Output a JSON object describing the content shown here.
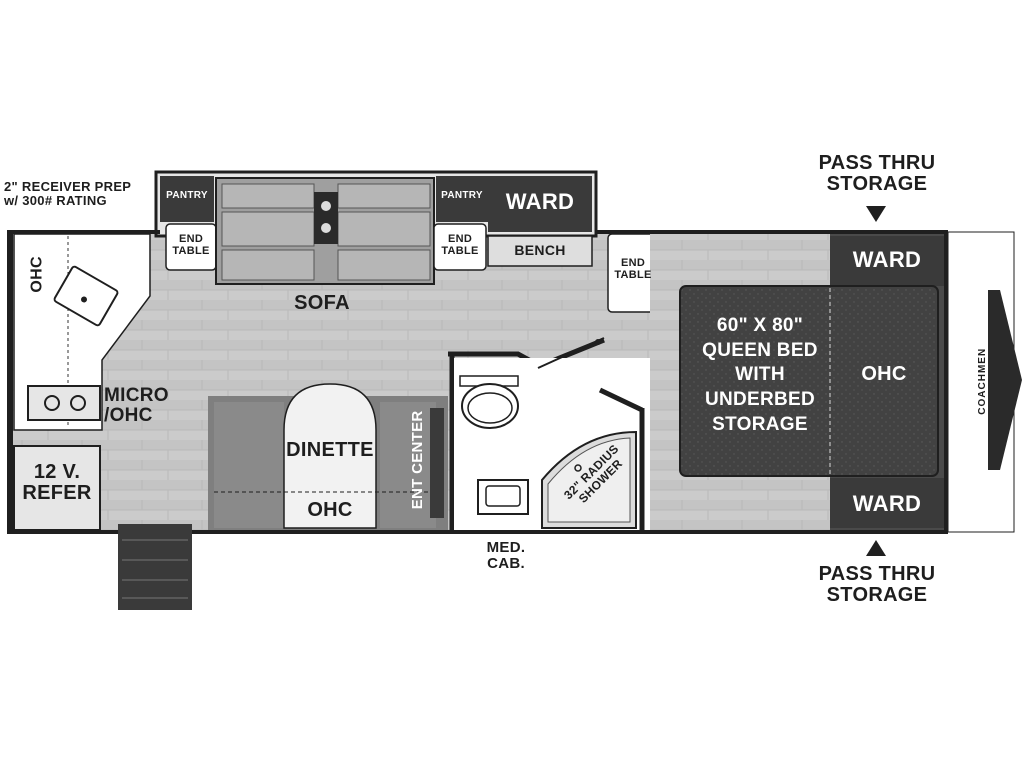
{
  "colors": {
    "floor": "#c9c9c9",
    "wall": "#1f1f1f",
    "ward": "#3a3a3a",
    "bed": "#3e3e3e",
    "cushion": "#a9a9a9",
    "white": "#ffffff"
  },
  "labels": {
    "receiver": [
      "2\" RECEIVER PREP",
      "w/ 300# RATING"
    ],
    "pantry_left": "PANTRY",
    "pantry_right": "PANTRY",
    "ward_top": "WARD",
    "end_table_1": [
      "END",
      "TABLE"
    ],
    "end_table_2": [
      "END",
      "TABLE"
    ],
    "end_table_3": [
      "END",
      "TABLE"
    ],
    "bench": "BENCH",
    "sofa": "SOFA",
    "ohc_left": "OHC",
    "micro": [
      "MICRO",
      "/OHC"
    ],
    "refer": [
      "12 V.",
      "REFER"
    ],
    "dinette": "DINETTE",
    "dinette_ohc": "OHC",
    "ent_center": "ENT CENTER",
    "shower": [
      "32\" RADIUS",
      "SHOWER"
    ],
    "med_cab": [
      "MED.",
      "CAB."
    ],
    "bed": [
      "60\" X 80\"",
      "QUEEN BED",
      "WITH",
      "UNDERBED",
      "STORAGE"
    ],
    "ohc_bed": "OHC",
    "ward_front_top": "WARD",
    "ward_front_bottom": "WARD",
    "pass_thru_top": [
      "PASS THRU",
      "STORAGE"
    ],
    "pass_thru_bottom": [
      "PASS THRU",
      "STORAGE"
    ],
    "brand": "COACHMEN"
  }
}
